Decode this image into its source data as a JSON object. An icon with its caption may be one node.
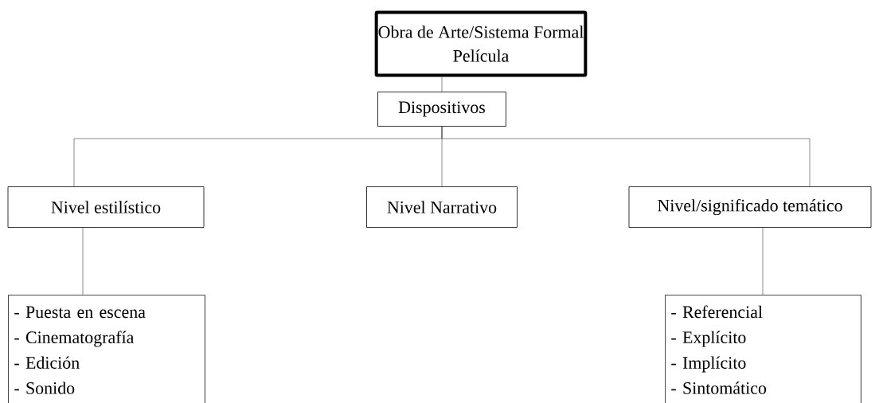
{
  "diagram": {
    "nodes": [
      {
        "text": [
          "Obra de Arte/Sistema Formal",
          "Película"
        ]
      },
      {
        "text": [
          "Dispositivos"
        ]
      },
      {
        "text": [
          "Nivel estilístico"
        ]
      },
      {
        "text": [
          "Nivel Narrativo"
        ]
      },
      {
        "text": [
          "Nivel/significado temático"
        ]
      },
      {
        "text": [
          "- Puesta en escena",
          "- Cinematografía",
          "- Edición",
          "- Sonido"
        ]
      },
      {
        "text": [
          "- Referencial",
          "- Explícito",
          "- Implícito",
          "- Sintomático"
        ]
      }
    ],
    "edges": [
      {
        "from": 0,
        "to": 1,
        "arrow": "none"
      },
      {
        "from": 1,
        "to": 2,
        "arrow": "none"
      },
      {
        "from": 1,
        "to": 3,
        "arrow": "none"
      },
      {
        "from": 1,
        "to": 4,
        "arrow": "none"
      },
      {
        "from": 2,
        "to": 5,
        "arrow": "none"
      },
      {
        "from": 4,
        "to": 6,
        "arrow": "none"
      }
    ]
  }
}
